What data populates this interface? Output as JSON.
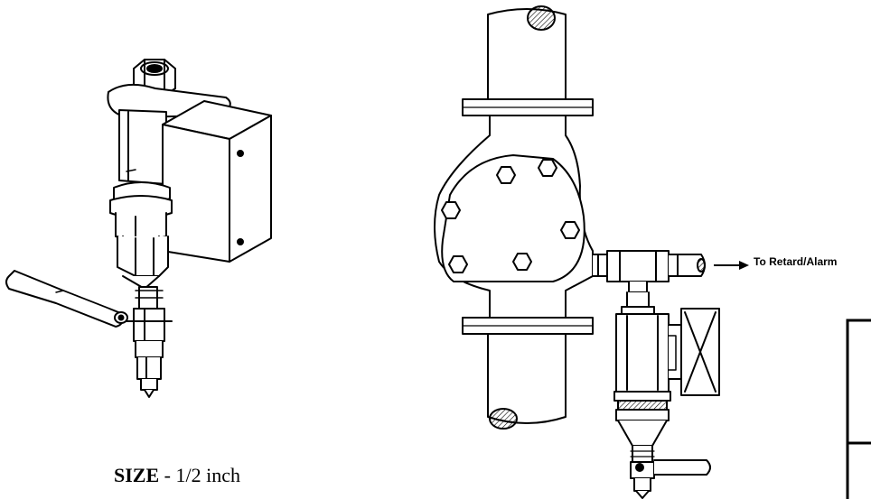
{
  "spec": {
    "size_label": "SIZE",
    "size_separator": " - ",
    "size_value": "1/2 inch"
  },
  "callouts": {
    "retard_alarm": "To Retard/Alarm"
  }
}
